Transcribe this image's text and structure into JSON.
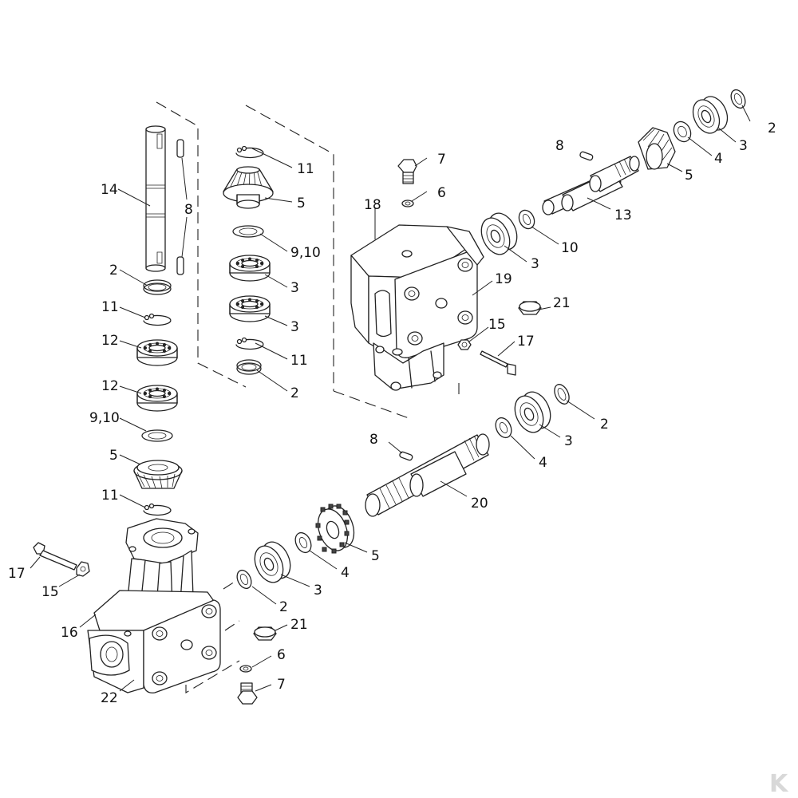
{
  "labels": {
    "upper_shaft_group": {
      "l14": "14",
      "l8": "8",
      "l2": "2",
      "l11": "11",
      "l12a": "12",
      "l12b": "12",
      "l910": "9,10",
      "l5": "5",
      "l11b": "11"
    },
    "upper_gear_group": {
      "l11": "11",
      "l5": "5",
      "l910": "9,10",
      "l3a": "3",
      "l3b": "3",
      "l11b": "11",
      "l2": "2"
    },
    "right_gearbox": {
      "l7": "7",
      "l6": "6",
      "l18": "18",
      "l19": "19",
      "l21": "21",
      "l15": "15",
      "l17": "17"
    },
    "right_shaft_group": {
      "l8": "8",
      "l2": "2",
      "l3": "3",
      "l4": "4",
      "l5": "5",
      "l13": "13",
      "l10": "10",
      "l3b": "3"
    },
    "center_shaft_group": {
      "l8": "8",
      "l2": "2",
      "l3": "3",
      "l4": "4",
      "l20": "20",
      "l5": "5",
      "l4b": "4",
      "l3b": "3",
      "l2b": "2"
    },
    "left_gearbox": {
      "l17": "17",
      "l15": "15",
      "l16": "16",
      "l22": "22",
      "l21": "21",
      "l6": "6",
      "l7": "7"
    }
  },
  "watermark": "K"
}
